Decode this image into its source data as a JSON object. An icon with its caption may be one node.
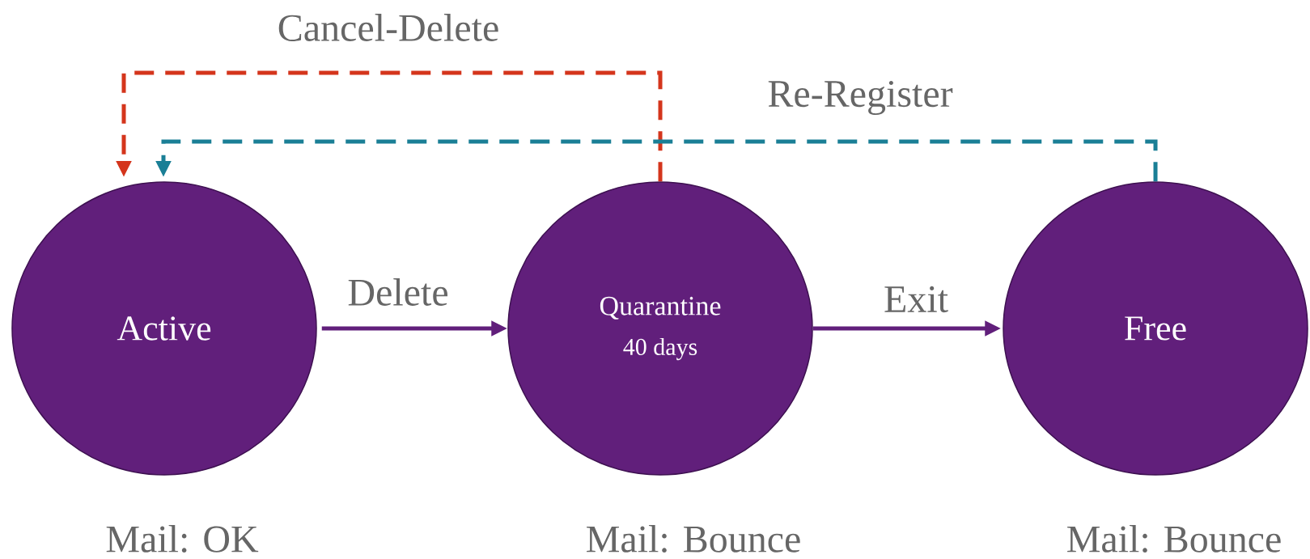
{
  "diagram": {
    "nodes": [
      {
        "text": [
          "Active"
        ],
        "beside": [
          "Mail: OK"
        ]
      },
      {
        "text": [
          "Quarantine",
          "40 days"
        ],
        "beside": [
          "Mail: Bounce"
        ]
      },
      {
        "text": [
          "Free"
        ],
        "beside": [
          "Mail: Bounce"
        ]
      }
    ],
    "edges": [
      {
        "from": 0,
        "to": 1,
        "arrow": "to",
        "label": "Delete"
      },
      {
        "from": 1,
        "to": 2,
        "arrow": "to",
        "label": "Exit"
      },
      {
        "from": 1,
        "to": 0,
        "arrow": "to",
        "label": "Cancel-Delete",
        "style": "dashed",
        "color": "#d4351c"
      },
      {
        "from": 2,
        "to": 0,
        "arrow": "to",
        "label": "Re-Register",
        "style": "dashed",
        "color": "#1a7f96"
      }
    ]
  }
}
